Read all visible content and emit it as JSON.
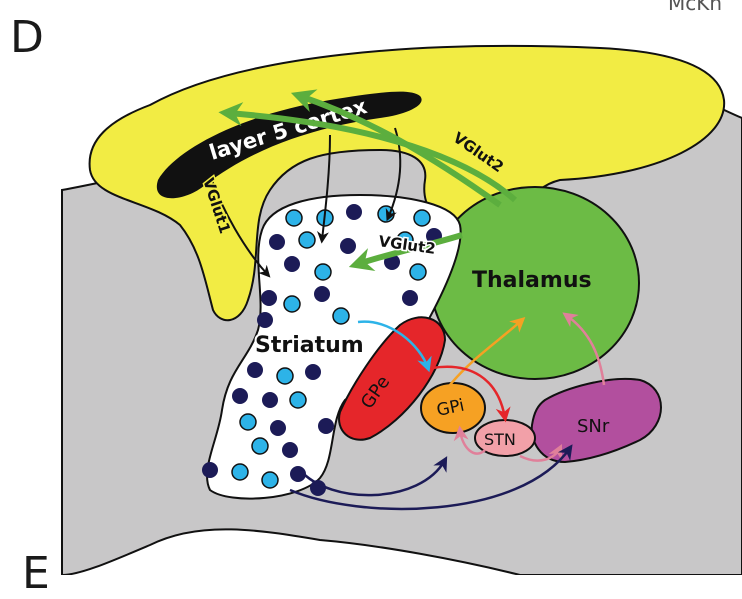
{
  "panel": {
    "letter": "D",
    "next_letter": "E",
    "corner_text": "McKn"
  },
  "labels": {
    "cortex": "layer 5 cortex",
    "thalamus": "Thalamus",
    "striatum": "Striatum",
    "gpe": "GPe",
    "gpi": "GPi",
    "stn": "STN",
    "snr": "SNr",
    "vglut1": "VGlut1",
    "vglut2_upper": "VGlut2",
    "vglut2_lower": "VGlut2"
  },
  "colors": {
    "brain_tissue": "#c8c7c8",
    "cortex_yellow": "#f2ec44",
    "thalamus_green": "#6cbb45",
    "gpe_red": "#e5262a",
    "gpi_orange": "#f6a123",
    "stn_pink": "#f2a0a8",
    "snr_magenta": "#b24f9e",
    "navy_dot": "#1c1b57",
    "cyan_dot": "#2db3e8",
    "green_arrow": "#5cae3e",
    "outline": "#111111"
  }
}
